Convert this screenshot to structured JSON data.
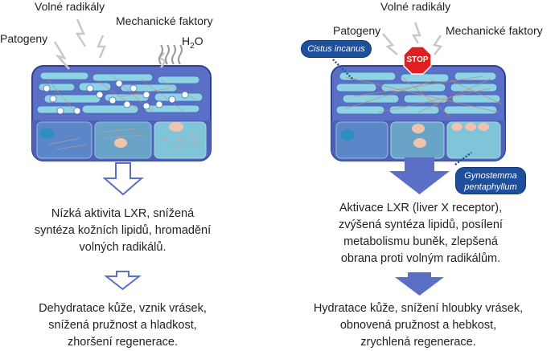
{
  "left_panel": {
    "labels": {
      "radicals": "Volné radikály",
      "mechanical": "Mechanické faktory",
      "pathogens": "Patogeny",
      "water_h": "H",
      "water_sub": "2",
      "water_o": "O"
    },
    "text_1": [
      "Nízká aktivita LXR, snížená",
      "syntéza kožních lipidů, hromadění",
      "volných radikálů."
    ],
    "text_2": [
      "Dehydratace kůže, vznik vrásek,",
      "snížená pružnost a hladkost,",
      "zhoršení regenerace."
    ]
  },
  "right_panel": {
    "labels": {
      "radicals": "Volné radikály",
      "pathogens": "Patogeny",
      "mechanical": "Mechanické faktory",
      "stop": "STOP",
      "cistus": "Cistus incanus",
      "gyno_line1": "Gynostemma",
      "gyno_line2": "pentaphyllum"
    },
    "text_1": [
      "Aktivace LXR (liver X receptor),",
      "zvýšená syntéza lipidů, posílení",
      "metabolismu buněk, zlepšená",
      "obrana proti volným radikálům."
    ],
    "text_2": [
      "Hydratace kůže, snížení hloubky vrásek,",
      "obnovená pružnost a hebkost,",
      "zrychlená regenerace."
    ]
  },
  "colors": {
    "skin_block": "#5b6fc6",
    "skin_border": "#2f3f94",
    "lipid": "#8fd2e6",
    "cell": "#7fc4d8",
    "nucleus": "#f0c3ad",
    "arrow_fill": "#5b6fc6",
    "stop_red": "#e02020",
    "pill_blue": "#1d4f9c"
  }
}
